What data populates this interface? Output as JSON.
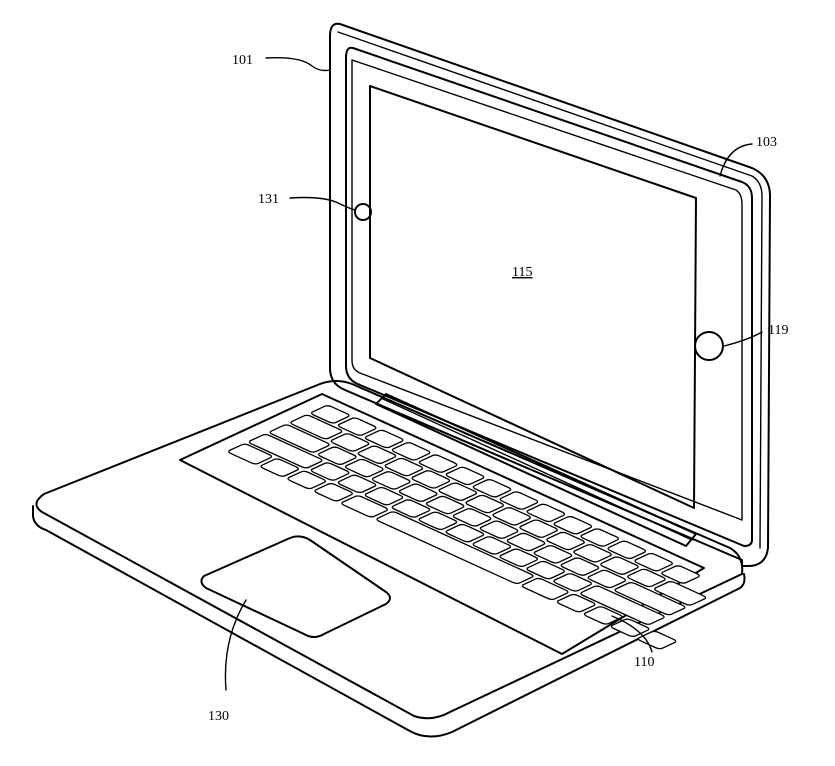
{
  "figure": {
    "labels": {
      "display_housing": "101",
      "display_panel": "103",
      "keyboard": "110",
      "screen": "115",
      "home_button": "119",
      "trackpad": "130",
      "camera": "131"
    },
    "colors": {
      "line": "#000000",
      "background": "#ffffff"
    }
  }
}
